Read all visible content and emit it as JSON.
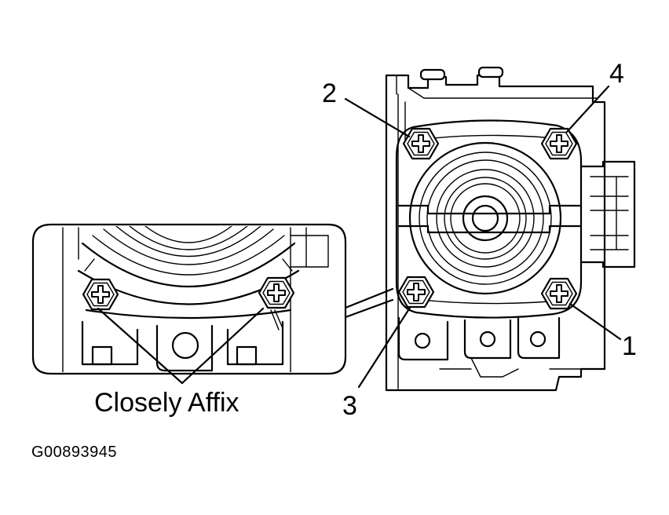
{
  "labels": {
    "bolt_1": "1",
    "bolt_2": "2",
    "bolt_3": "3",
    "bolt_4": "4",
    "inset_caption": "Closely Affix",
    "figure_code": "G00893945"
  },
  "colors": {
    "line": "#000000",
    "background": "#ffffff"
  },
  "icons": {
    "bolt_head": "phillips-hex-bolt-icon"
  }
}
